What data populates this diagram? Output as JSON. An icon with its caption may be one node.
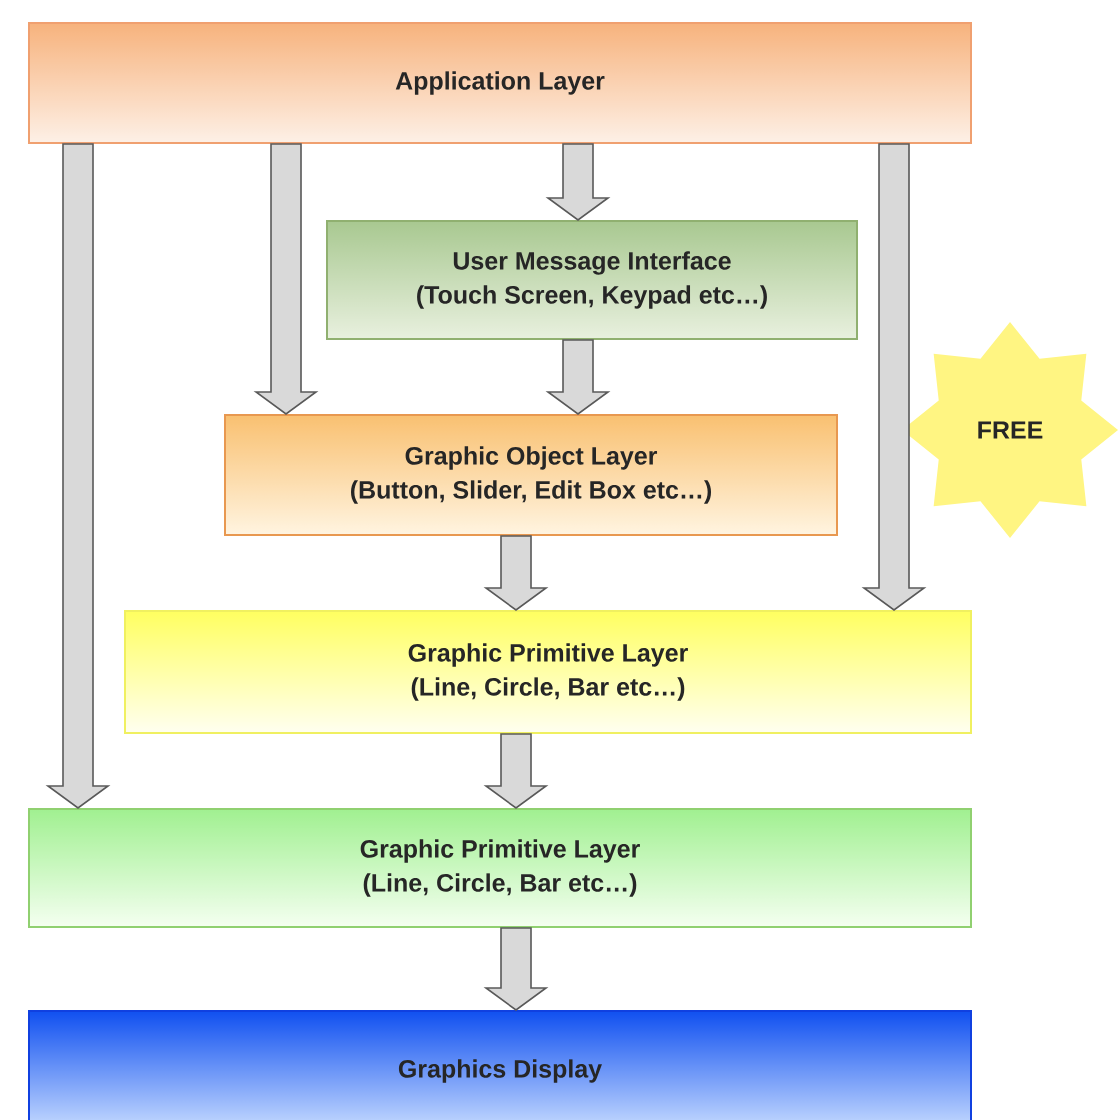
{
  "diagram": {
    "nodes": [
      {
        "text": [
          "Application Layer"
        ]
      },
      {
        "text": [
          "User Message Interface",
          "(Touch Screen, Keypad etc…)"
        ]
      },
      {
        "text": [
          "Graphic Object Layer",
          "(Button, Slider, Edit Box etc…)"
        ]
      },
      {
        "text": [
          "Graphic Primitive Layer",
          "(Line, Circle, Bar etc…)"
        ]
      },
      {
        "text": [
          "Graphic Primitive Layer",
          "(Line, Circle, Bar etc…)"
        ]
      },
      {
        "text": [
          "Graphics Display"
        ]
      },
      {
        "text": [
          "FREE"
        ]
      }
    ],
    "edges": [
      {
        "from": 0,
        "to": 4,
        "arrow": "to"
      },
      {
        "from": 0,
        "to": 2,
        "arrow": "to"
      },
      {
        "from": 0,
        "to": 1,
        "arrow": "to"
      },
      {
        "from": 0,
        "to": 3,
        "arrow": "to"
      },
      {
        "from": 1,
        "to": 2,
        "arrow": "to"
      },
      {
        "from": 2,
        "to": 3,
        "arrow": "to"
      },
      {
        "from": 3,
        "to": 4,
        "arrow": "to"
      },
      {
        "from": 4,
        "to": 5,
        "arrow": "to"
      }
    ]
  }
}
